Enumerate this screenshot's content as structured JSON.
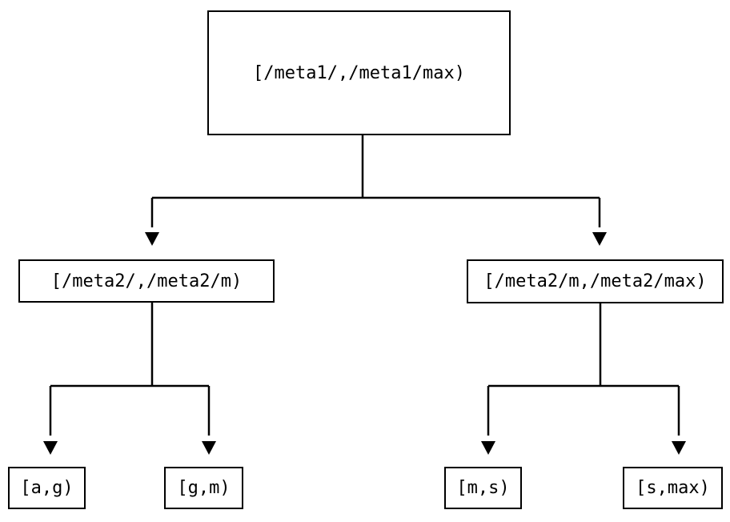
{
  "diagram": {
    "type": "tree",
    "background_color": "#ffffff",
    "line_color": "#000000",
    "text_color": "#000000",
    "nodes": [
      {
        "id": "root",
        "label": "[/meta1/,/meta1/max)",
        "level": 0
      },
      {
        "id": "mid-left",
        "label": "[/meta2/,/meta2/m)",
        "level": 1
      },
      {
        "id": "mid-right",
        "label": "[/meta2/m,/meta2/max)",
        "level": 1
      },
      {
        "id": "leaf-ag",
        "label": "[a,g)",
        "level": 2
      },
      {
        "id": "leaf-gm",
        "label": "[g,m)",
        "level": 2
      },
      {
        "id": "leaf-ms",
        "label": "[m,s)",
        "level": 2
      },
      {
        "id": "leaf-smax",
        "label": "[s,max)",
        "level": 2
      }
    ],
    "edges": [
      {
        "from": "root",
        "to": "mid-left"
      },
      {
        "from": "root",
        "to": "mid-right"
      },
      {
        "from": "mid-left",
        "to": "leaf-ag"
      },
      {
        "from": "mid-left",
        "to": "leaf-gm"
      },
      {
        "from": "mid-right",
        "to": "leaf-ms"
      },
      {
        "from": "mid-right",
        "to": "leaf-smax"
      }
    ]
  }
}
